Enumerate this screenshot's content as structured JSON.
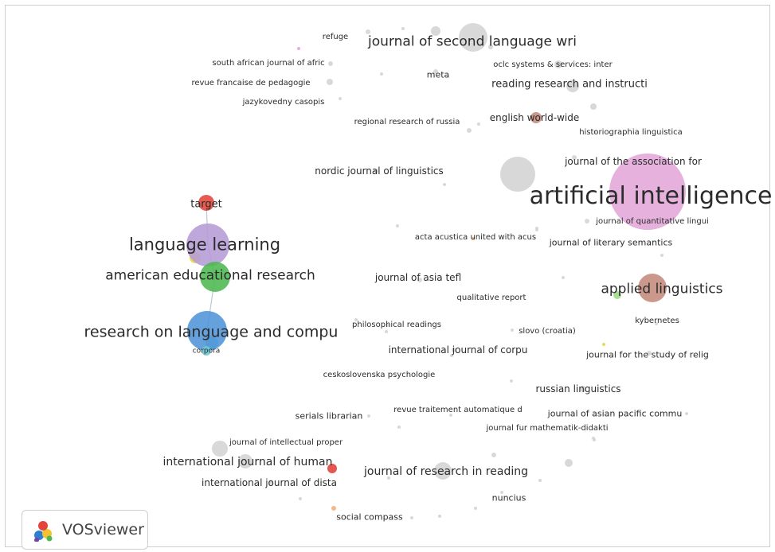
{
  "app": {
    "brand": "VOSviewer"
  },
  "colors": {
    "gray": "#d4d4d4",
    "pink": "#e2a6d8",
    "purple": "#b59bd6",
    "green": "#4cb84f",
    "blue": "#4e94d8",
    "red": "#e2453b",
    "brown": "#c48a7c",
    "teal": "#6cc7d4",
    "yellow": "#e6d64a",
    "orange": "#f0b27a",
    "lightgreen": "#9fdc8a"
  },
  "nodes": [
    {
      "label": "artificial intelligence",
      "color": "pink"
    },
    {
      "label": "journal of second language wri",
      "color": "gray"
    },
    {
      "label": "language learning",
      "color": "purple"
    },
    {
      "label": "american educational research",
      "color": "green"
    },
    {
      "label": "research on language and compu",
      "color": "blue"
    },
    {
      "label": "applied linguistics",
      "color": "brown"
    },
    {
      "label": "target",
      "color": "red"
    },
    {
      "label": "corpora",
      "color": "teal"
    },
    {
      "label": "refuge",
      "color": "gray"
    },
    {
      "label": "south african journal of afric",
      "color": "gray"
    },
    {
      "label": "revue francaise de pedagogie",
      "color": "gray"
    },
    {
      "label": "jazykovedny casopis",
      "color": "gray"
    },
    {
      "label": "meta",
      "color": "gray"
    },
    {
      "label": "oclc systems & services: inter",
      "color": "gray"
    },
    {
      "label": "reading research and instructi",
      "color": "gray"
    },
    {
      "label": "english world-wide",
      "color": "brown"
    },
    {
      "label": "regional research of russia",
      "color": "gray"
    },
    {
      "label": "historiographia linguistica",
      "color": "gray"
    },
    {
      "label": "journal of the association for",
      "color": "gray"
    },
    {
      "label": "nordic journal of linguistics",
      "color": "gray"
    },
    {
      "label": "journal of quantitative lingui",
      "color": "gray"
    },
    {
      "label": "acta acustica united with acus",
      "color": "gray"
    },
    {
      "label": "journal of literary semantics",
      "color": "gray"
    },
    {
      "label": "journal of asia tefl",
      "color": "gray"
    },
    {
      "label": "qualitative report",
      "color": "gray"
    },
    {
      "label": "philosophical readings",
      "color": "gray"
    },
    {
      "label": "slovo (croatia)",
      "color": "gray"
    },
    {
      "label": "kybernetes",
      "color": "gray"
    },
    {
      "label": "international journal of corpu",
      "color": "gray"
    },
    {
      "label": "journal for the study of relig",
      "color": "gray"
    },
    {
      "label": "ceskoslovenska psychologie",
      "color": "gray"
    },
    {
      "label": "russian linguistics",
      "color": "gray"
    },
    {
      "label": "serials librarian",
      "color": "gray"
    },
    {
      "label": "revue traitement automatique d",
      "color": "gray"
    },
    {
      "label": "journal of asian pacific commu",
      "color": "gray"
    },
    {
      "label": "journal fur mathematik-didakti",
      "color": "gray"
    },
    {
      "label": "journal of intellectual proper",
      "color": "gray"
    },
    {
      "label": "international journal of human",
      "color": "gray"
    },
    {
      "label": "journal of research in reading",
      "color": "gray"
    },
    {
      "label": "international journal of dista",
      "color": "gray"
    },
    {
      "label": "nuncius",
      "color": "gray"
    },
    {
      "label": "social compass",
      "color": "gray"
    }
  ]
}
